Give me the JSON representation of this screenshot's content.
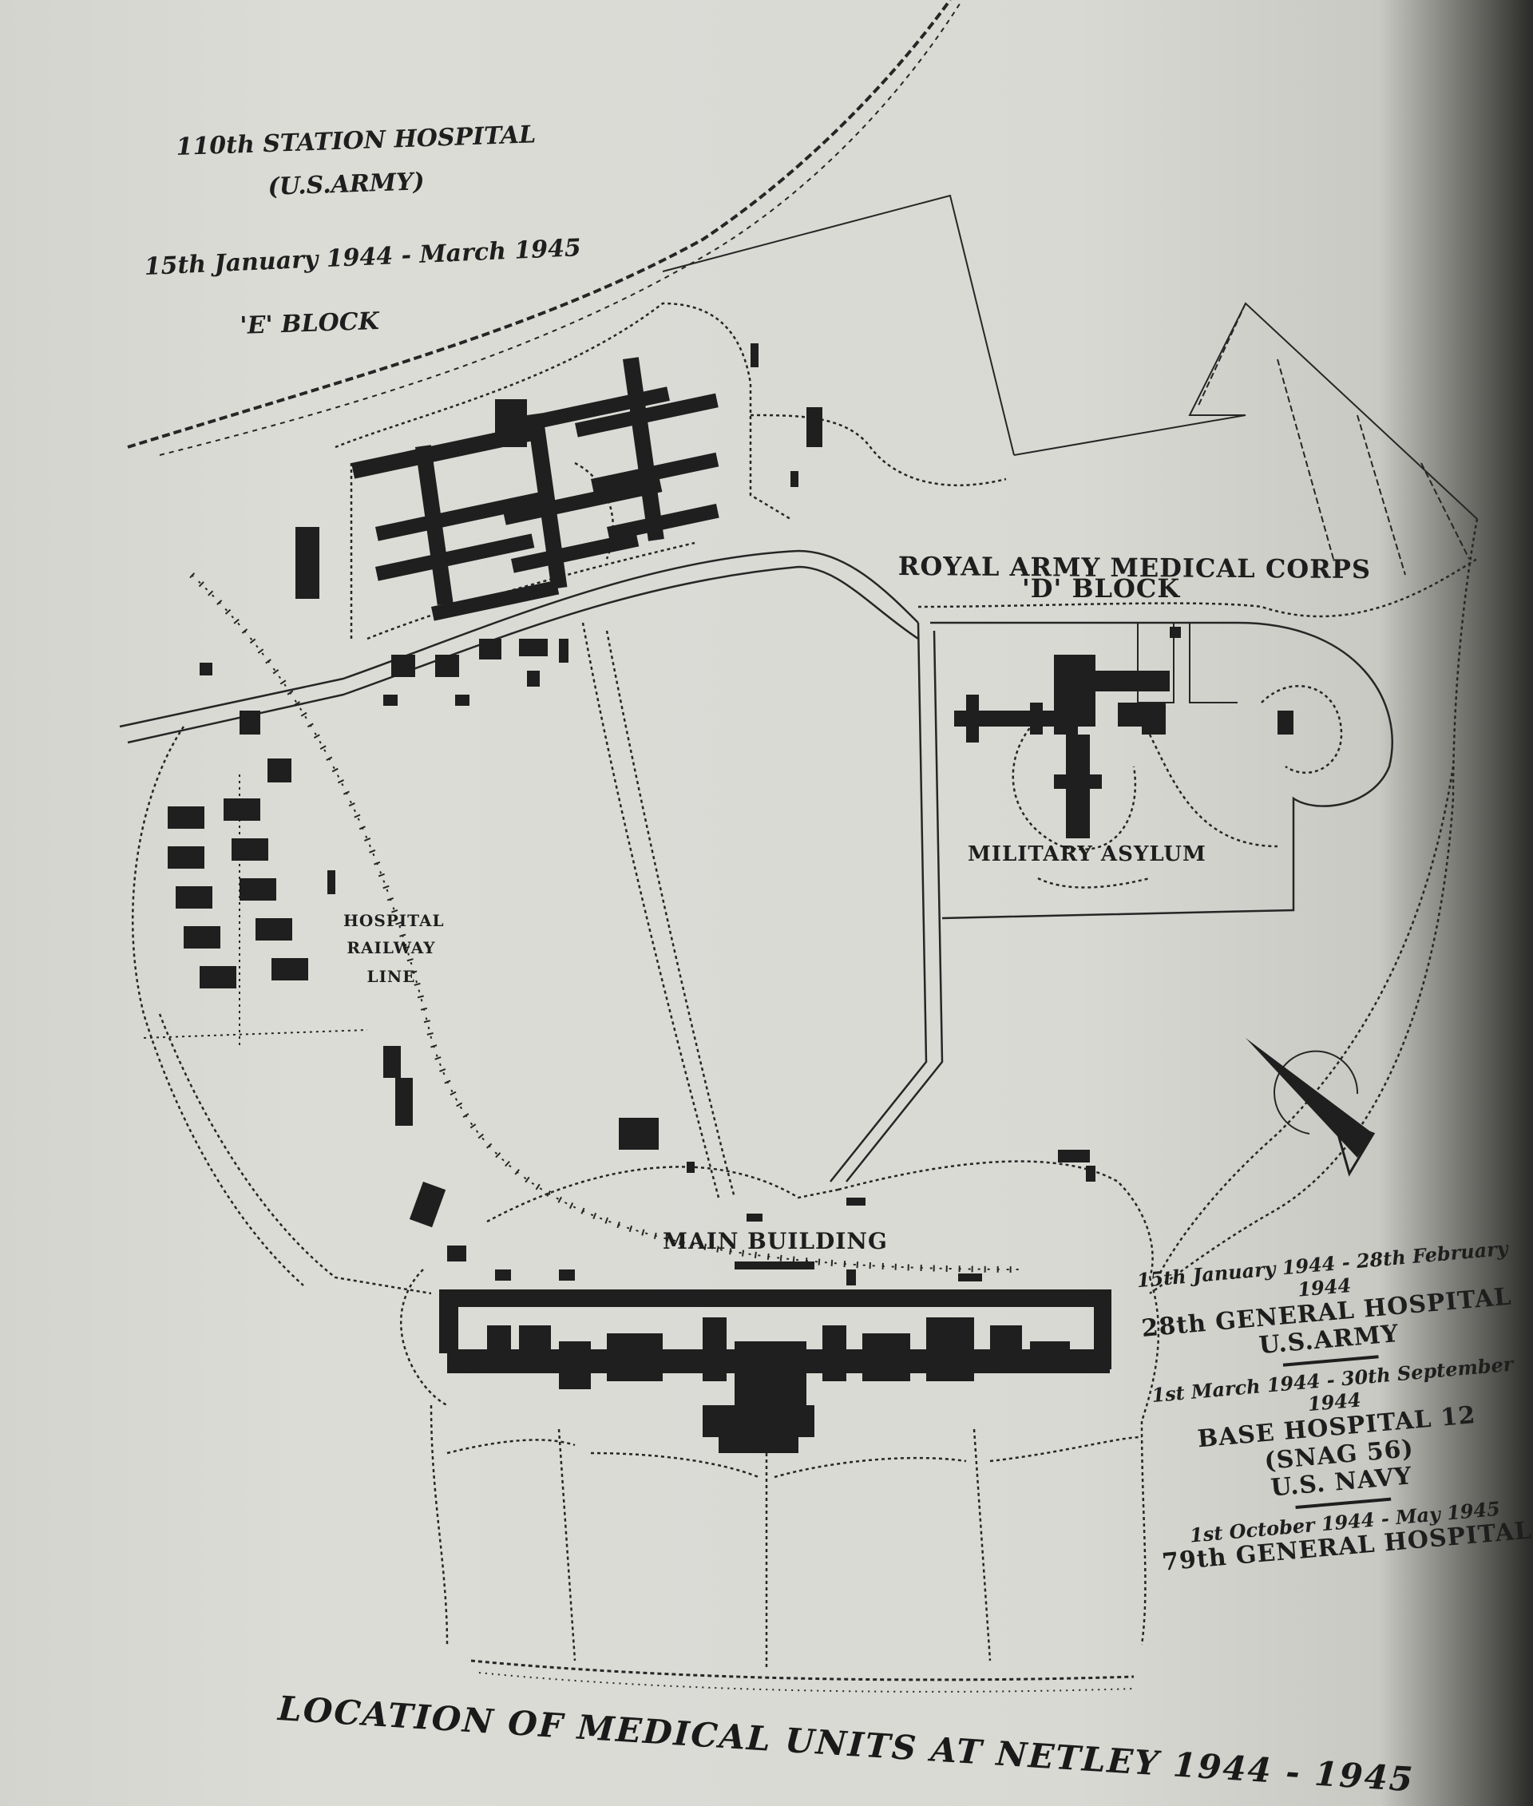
{
  "labels": {
    "e_block_unit": "110th STATION HOSPITAL",
    "e_block_unit_sub": "(U.S.ARMY)",
    "e_block_dates": "15th January 1944 - March 1945",
    "e_block_name": "'E' BLOCK",
    "ramc_title": "ROYAL ARMY MEDICAL CORPS",
    "d_block_name": "'D' BLOCK",
    "asylum": "MILITARY ASYLUM",
    "railway_line_1": "HOSPITAL",
    "railway_line_2": "RAILWAY",
    "railway_line_3": "LINE",
    "main_building": "MAIN BUILDING"
  },
  "main_building_units": [
    {
      "dates": "15th January 1944 - 28th February 1944",
      "lines": [
        "28th GENERAL HOSPITAL",
        "U.S.ARMY"
      ]
    },
    {
      "dates": "1st March 1944 - 30th September 1944",
      "lines": [
        "BASE HOSPITAL 12",
        "(SNAG 56)",
        "U.S. NAVY"
      ]
    },
    {
      "dates": "1st October 1944 - May 1945",
      "lines": [
        "79th GENERAL HOSPITAL"
      ]
    }
  ],
  "caption": "LOCATION OF MEDICAL UNITS AT NETLEY 1944 - 1945",
  "colors": {
    "ink": "#1e1e1e",
    "paper": "#d9d9d4"
  },
  "icons": [
    "north-arrow-icon"
  ]
}
